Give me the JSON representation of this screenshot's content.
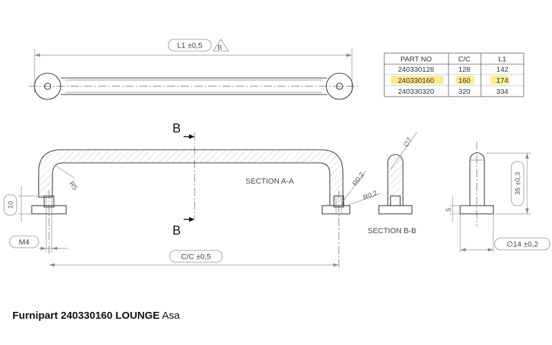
{
  "drawing": {
    "top_dimension": "L1 ±0,5",
    "top_dimension_tag": "B",
    "section_aa_label": "SECTION A-A",
    "section_bb_label": "SECTION B-B",
    "cut_marker_top": "B",
    "cut_marker_bottom": "B",
    "radius_main": "R5",
    "radius_small_1": "R0,2",
    "radius_small_2": "R0,2",
    "diameter_top": "∅7",
    "height_left": "10",
    "thread": "M4",
    "cc_dimension": "C/C ±0,5",
    "height_right": "35 ±0,3",
    "height_base": "5",
    "diameter_base": "∅14 ±0,2"
  },
  "table": {
    "headers": [
      "PART NO",
      "C/C",
      "L1"
    ],
    "rows": [
      {
        "part": "240330128",
        "cc": "128",
        "l1": "142",
        "highlight": false
      },
      {
        "part": "240330160",
        "cc": "160",
        "l1": "174",
        "highlight": true
      },
      {
        "part": "240330320",
        "cc": "320",
        "l1": "334",
        "highlight": false
      }
    ],
    "highlight_color": "#fce98c"
  },
  "caption": {
    "bold": "Furnipart 240330160 LOUNGE",
    "normal": " Asa"
  }
}
